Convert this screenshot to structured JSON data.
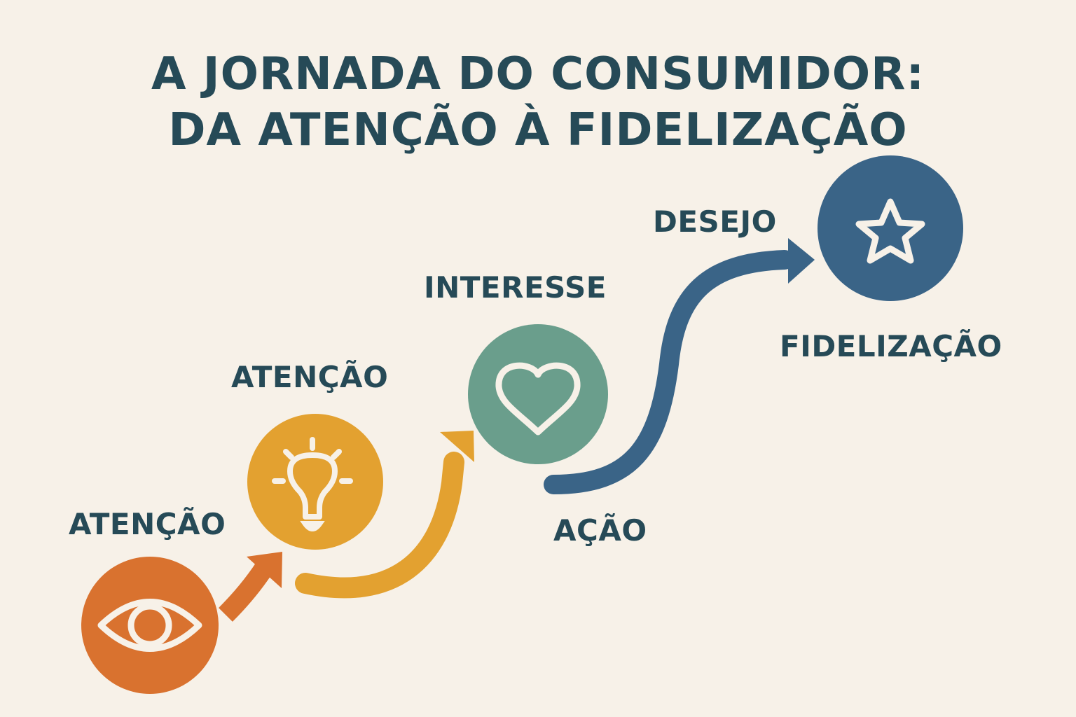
{
  "header": {
    "title_line1": "A JORNADA DO CONSUMIDOR:",
    "title_line2": "DA ATENÇÃO À FIDELIZAÇÃO"
  },
  "colors": {
    "background": "#F7F1E8",
    "text": "#264A57",
    "stage1": "#D9722F",
    "stage2": "#E3A130",
    "stage3": "#6A9E8C",
    "stage4": "#3A6487",
    "icon_stroke": "#F7F1E8"
  },
  "stages": [
    {
      "label": "ATENÇÃO",
      "icon": "eye-icon",
      "color": "#D9722F"
    },
    {
      "label": "ATENÇÃO",
      "icon": "lightbulb-icon",
      "color": "#E3A130"
    },
    {
      "label": "INTERESSE",
      "icon": "heart-icon",
      "color": "#6A9E8C"
    },
    {
      "label": "FIDELIZAÇÃO",
      "icon": "star-icon",
      "color": "#3A6487"
    }
  ],
  "arrow_labels": {
    "action": "AÇÃO",
    "desire": "DESEJO"
  }
}
